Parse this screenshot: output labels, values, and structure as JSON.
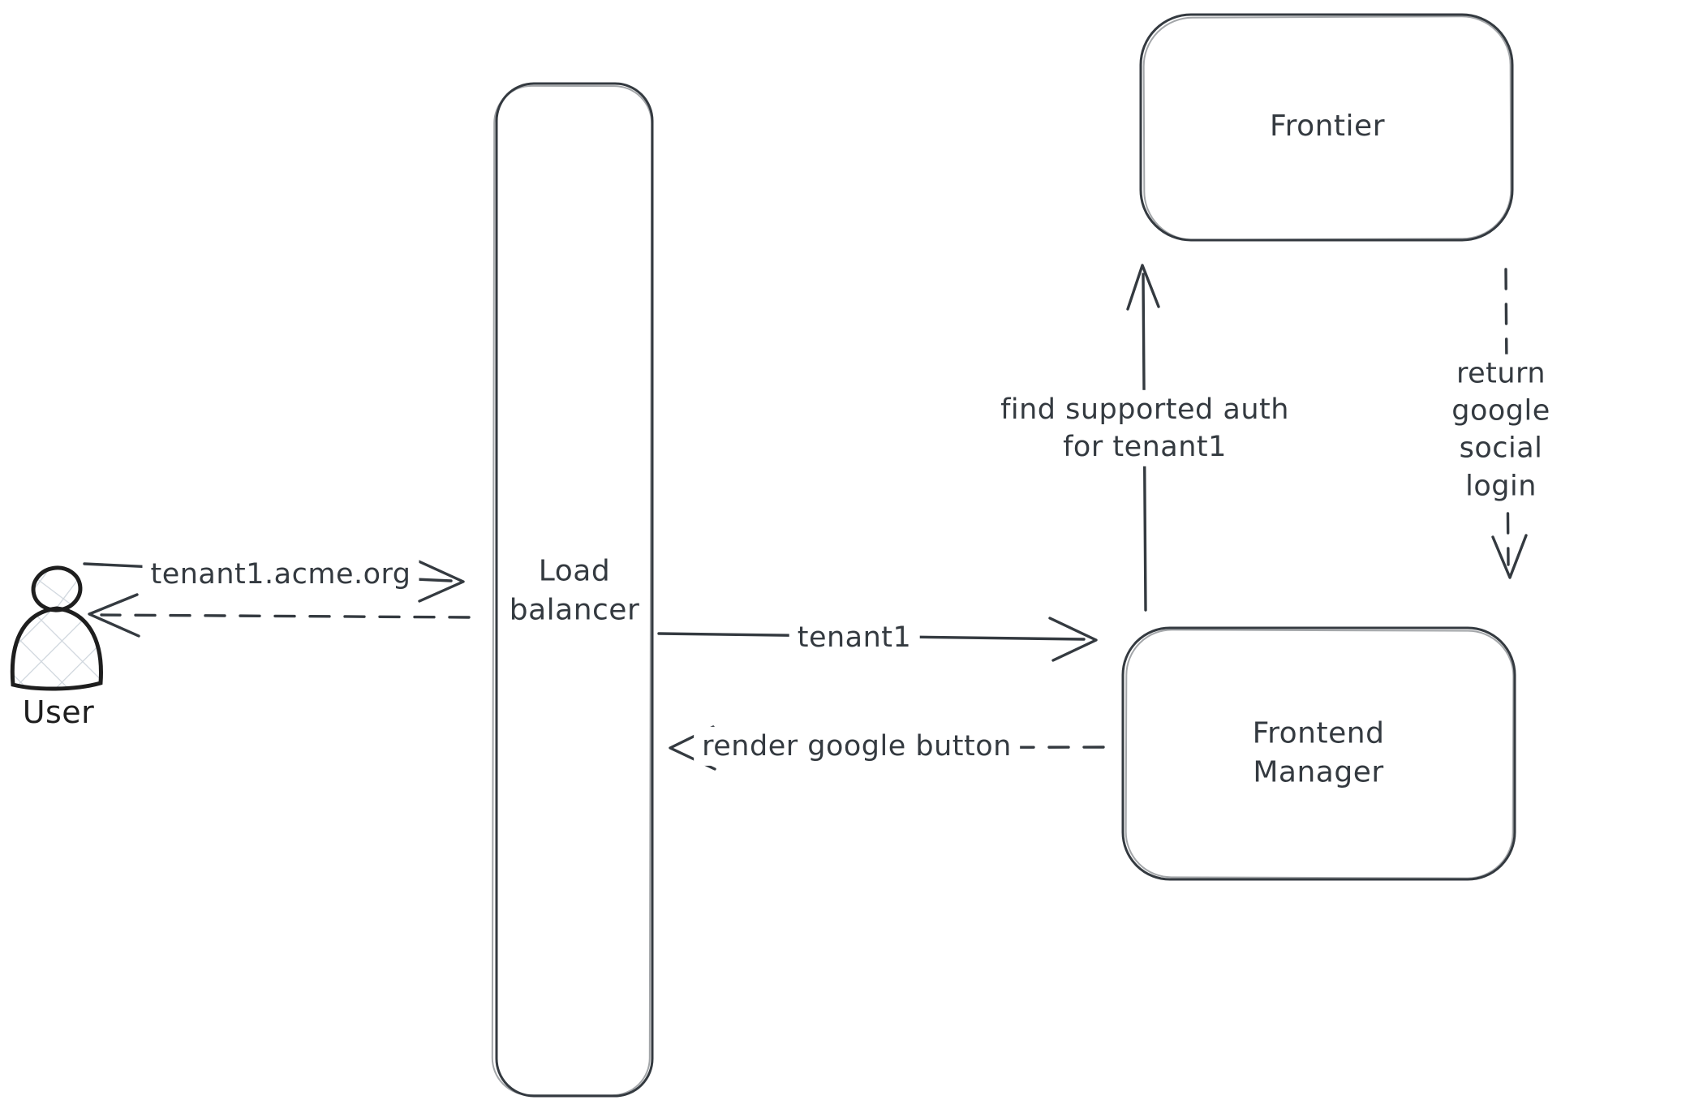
{
  "diagram": {
    "nodes": {
      "user": {
        "label": "User"
      },
      "load_balancer": {
        "label": "Load\nbalancer"
      },
      "frontier": {
        "label": "Frontier"
      },
      "frontend_manager": {
        "label": "Frontend\nManager"
      }
    },
    "arrows": [
      {
        "id": "user-to-load-balancer",
        "style": "solid",
        "direction": "right",
        "label": "tenant1.acme.org"
      },
      {
        "id": "load-balancer-to-user",
        "style": "dashed",
        "direction": "left",
        "label": ""
      },
      {
        "id": "load-balancer-to-frontend-manager",
        "style": "solid",
        "direction": "right",
        "label": "tenant1"
      },
      {
        "id": "frontend-manager-to-load-balancer",
        "style": "dashed",
        "direction": "left",
        "label": "render google button"
      },
      {
        "id": "frontend-manager-to-frontier",
        "style": "solid",
        "direction": "up",
        "label": "find supported auth\nfor tenant1"
      },
      {
        "id": "frontier-to-frontend-manager",
        "style": "dashed",
        "direction": "down",
        "label": "return google social\nlogin"
      }
    ],
    "colors": {
      "stroke": "#343a40",
      "user_outline": "#1e1e1e",
      "hatch_fill": "#cfd6dd",
      "background": "#ffffff"
    }
  }
}
